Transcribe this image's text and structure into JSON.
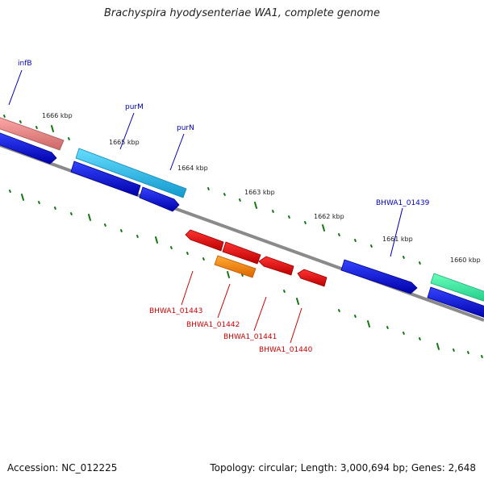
{
  "title": "Brachyspira hyodysenteriae WA1, complete genome",
  "footer": {
    "accession": "Accession: NC_012225",
    "summary": "Topology: circular; Length: 3,000,694 bp; Genes: 2,648"
  },
  "ruler_labels": [
    "1666 kbp",
    "1665 kbp",
    "1664 kbp",
    "1663 kbp",
    "1662 kbp",
    "1661 kbp",
    "1660 kbp"
  ],
  "gene_labels": {
    "infB": "infB",
    "purM": "purM",
    "purN": "purN",
    "g01439": "BHWA1_01439",
    "g01443": "BHWA1_01443",
    "g01442": "BHWA1_01442",
    "g01441": "BHWA1_01441",
    "g01440": "BHWA1_01440"
  },
  "colors": {
    "backbone": "#808080",
    "cds_blue": "#0000dd",
    "cds_red": "#ee0000",
    "cds_orange": "#ff8800",
    "cds_cyan": "#22bbee",
    "cds_pink": "#ee8888",
    "cds_green": "#33ee99",
    "tick_green": "#116611",
    "label_blue": "#0000bb",
    "label_red": "#cc0000"
  }
}
